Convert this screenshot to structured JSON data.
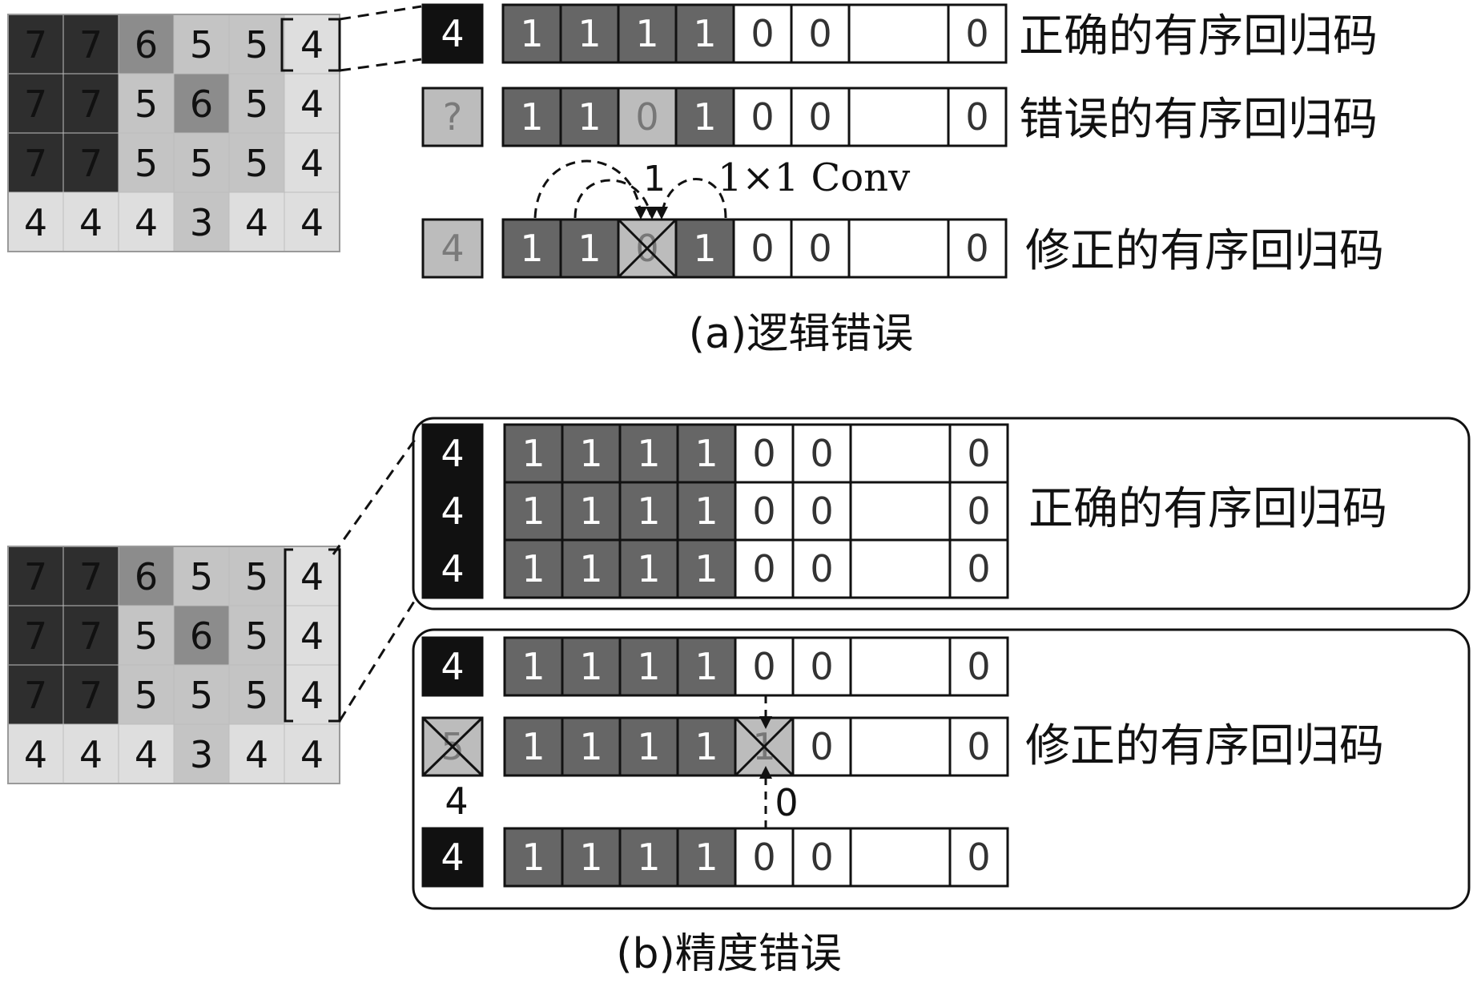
{
  "grid_a": [
    [
      "7",
      "7",
      "6",
      "5",
      "5",
      "4"
    ],
    [
      "7",
      "7",
      "5",
      "6",
      "5",
      "4"
    ],
    [
      "7",
      "7",
      "5",
      "5",
      "5",
      "4"
    ],
    [
      "4",
      "4",
      "4",
      "3",
      "4",
      "4"
    ]
  ],
  "grid_b": [
    [
      "7",
      "7",
      "6",
      "5",
      "5",
      "4"
    ],
    [
      "7",
      "7",
      "5",
      "6",
      "5",
      "4"
    ],
    [
      "7",
      "7",
      "5",
      "5",
      "5",
      "4"
    ],
    [
      "4",
      "4",
      "4",
      "3",
      "4",
      "4"
    ]
  ],
  "panel_a": {
    "caption": "(a)逻辑错误",
    "conv_label": "1×1 Conv",
    "rows": [
      {
        "label": "4",
        "bits": [
          "1",
          "1",
          "1",
          "1",
          "0",
          "0",
          "",
          "0"
        ],
        "caption": "正确的有序回归码"
      },
      {
        "label": "?",
        "bits": [
          "1",
          "1",
          "0",
          "1",
          "0",
          "0",
          "",
          "0"
        ],
        "caption": "错误的有序回归码"
      },
      {
        "label": "4",
        "bits": [
          "1",
          "1",
          "0",
          "1",
          "0",
          "0",
          "",
          "0"
        ],
        "caption": "修正的有序回归码"
      }
    ],
    "arrow_label": "1"
  },
  "panel_b": {
    "caption": "(b)精度错误",
    "correct_caption": "正确的有序回归码",
    "corrected_caption": "修正的有序回归码",
    "correct_rows": [
      {
        "label": "4",
        "bits": [
          "1",
          "1",
          "1",
          "1",
          "0",
          "0",
          "",
          "0"
        ]
      },
      {
        "label": "4",
        "bits": [
          "1",
          "1",
          "1",
          "1",
          "0",
          "0",
          "",
          "0"
        ]
      },
      {
        "label": "4",
        "bits": [
          "1",
          "1",
          "1",
          "1",
          "0",
          "0",
          "",
          "0"
        ]
      }
    ],
    "fix_rows": [
      {
        "label": "4",
        "bits": [
          "1",
          "1",
          "1",
          "1",
          "0",
          "0",
          "",
          "0"
        ]
      },
      {
        "label": "5",
        "bits": [
          "1",
          "1",
          "1",
          "1",
          "1",
          "0",
          "",
          "0"
        ]
      },
      {
        "label": "4",
        "bits": [
          "1",
          "1",
          "1",
          "1",
          "0",
          "0",
          "",
          "0"
        ]
      }
    ],
    "corrected_label": "4",
    "arrow_label": "0"
  },
  "colors": {
    "dark": "#2e2e2e",
    "mid_dark": "#5a5a5a",
    "mid": "#8c8c8c",
    "light": "#c4c4c4",
    "lighter": "#dedede",
    "black": "#111111",
    "bit_fill": "#666666",
    "error_fill": "#bcbcbc"
  }
}
